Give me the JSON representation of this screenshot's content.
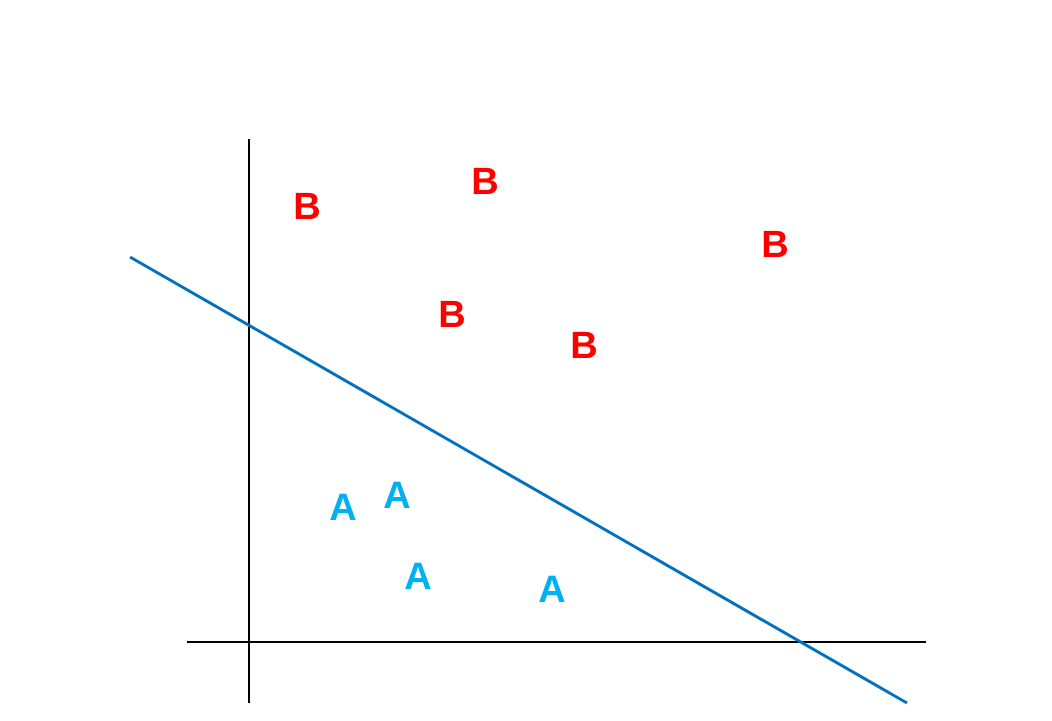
{
  "diagram": {
    "colors": {
      "axis": "#000000",
      "boundary": "#0070C0",
      "class_a": "#00B0F0",
      "class_b": "#FF0000"
    },
    "class_a": {
      "label": "A",
      "points": [
        "A",
        "A",
        "A",
        "A"
      ]
    },
    "class_b": {
      "label": "B",
      "points": [
        "B",
        "B",
        "B",
        "B",
        "B"
      ]
    }
  }
}
